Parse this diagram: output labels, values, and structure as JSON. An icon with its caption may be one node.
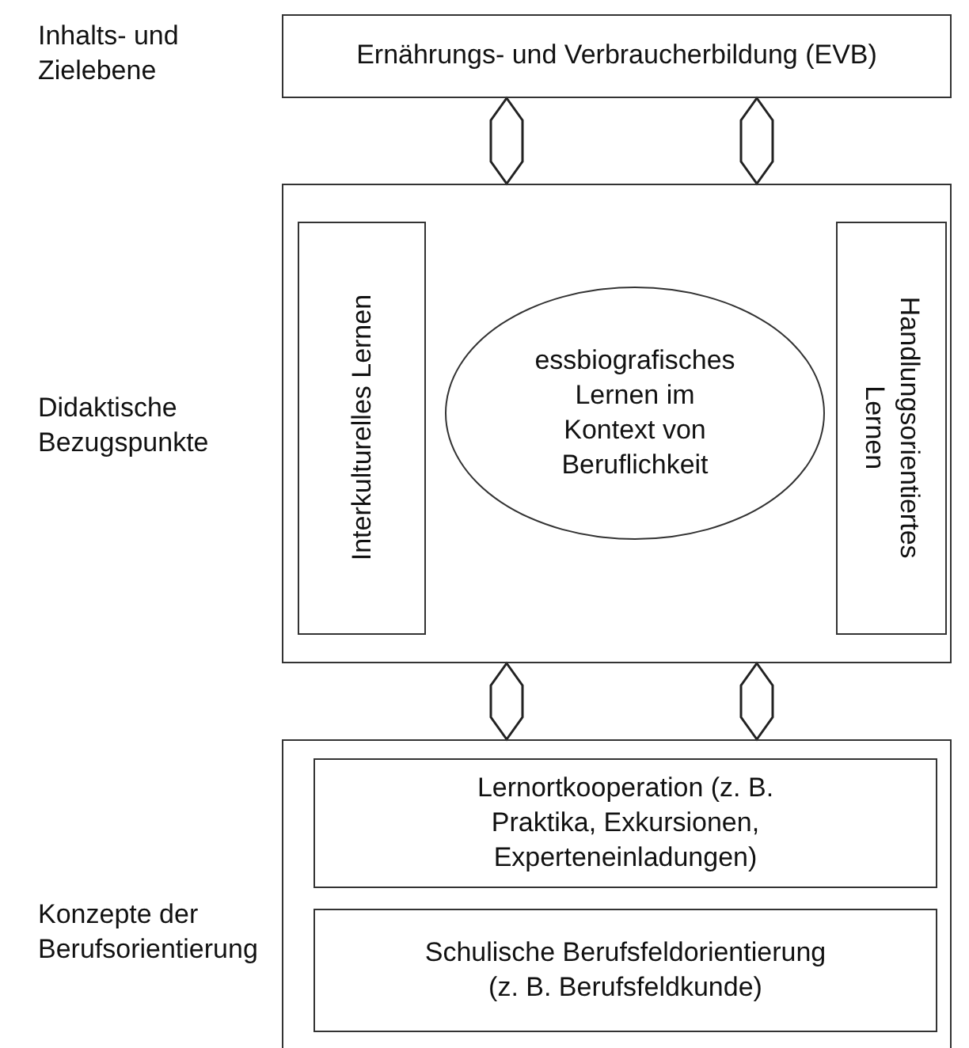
{
  "diagram": {
    "nodes": [
      {
        "text": [
          "Ernährungs- und Verbraucherbildung (EVB)"
        ]
      },
      {
        "text": [],
        "shape": "box"
      },
      {
        "text": [
          "Interkulturelles Lernen"
        ],
        "in": 1
      },
      {
        "text": [
          "essbiografisches Lernen im Kontext von Beruflichkeit"
        ],
        "in": 1
      },
      {
        "text": [
          "Handlungsorientiertes Lernen"
        ],
        "in": 1
      },
      {
        "text": [],
        "shape": "box"
      },
      {
        "text": [
          "Lernortkooperation (z. B. Praktika, Exkursionen, Experteneinladungen)"
        ],
        "in": 5
      },
      {
        "text": [
          "Schulische Berufsfeldorientierung (z. B. Berufsfeldkunde)"
        ],
        "in": 5
      }
    ],
    "edges": [
      {
        "from": 0,
        "to": 1,
        "arrow": "both"
      },
      {
        "from": 0,
        "to": 1,
        "arrow": "both"
      },
      {
        "from": 1,
        "to": 5,
        "arrow": "both"
      },
      {
        "from": 1,
        "to": 5,
        "arrow": "both"
      }
    ],
    "labels": [
      "Inhalts- und Zielebene",
      "Didaktische Bezugspunkte",
      "Konzepte der Berufsorientierung"
    ]
  }
}
